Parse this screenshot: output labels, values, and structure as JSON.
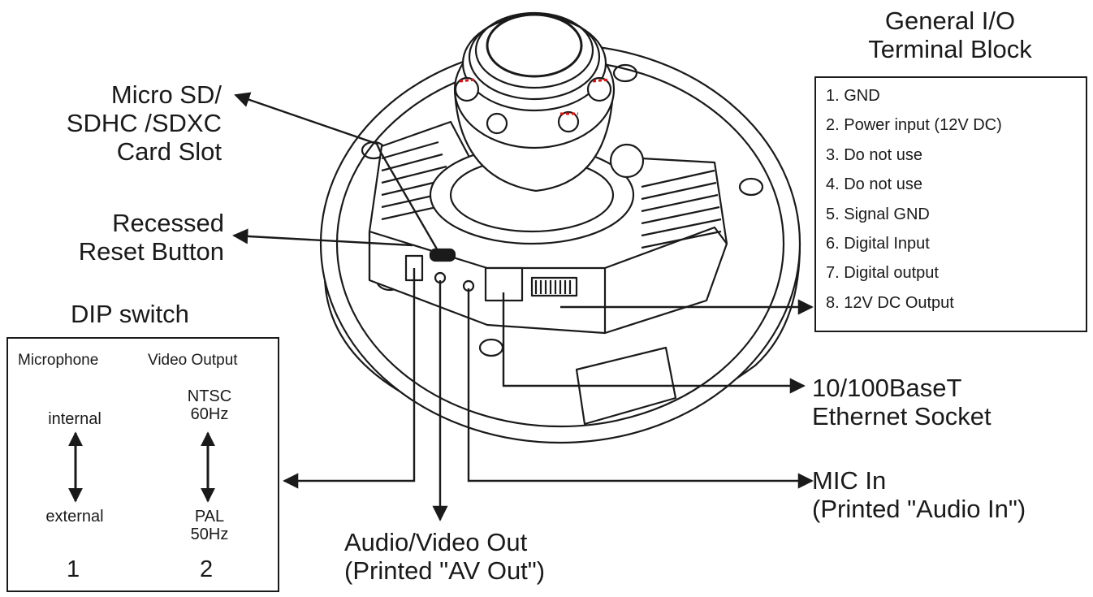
{
  "labels": {
    "sd_card": [
      "Micro SD/",
      "SDHC /SDXC",
      "Card Slot"
    ],
    "reset": [
      "Recessed",
      "Reset Button"
    ],
    "dip_title": "DIP switch",
    "io_title": [
      "General I/O",
      "Terminal Block"
    ],
    "ethernet": [
      "10/100BaseT",
      "Ethernet Socket"
    ],
    "mic_in": [
      "MIC In",
      "(Printed \"Audio In\")"
    ],
    "av_out": [
      "Audio/Video Out",
      "(Printed \"AV Out\")"
    ]
  },
  "io_terminal": [
    "1. GND",
    "2. Power input (12V DC)",
    "3. Do not use",
    "4. Do not use",
    "5. Signal GND",
    "6. Digital Input",
    "7. Digital output",
    "8. 12V DC Output"
  ],
  "dip_switch": {
    "col1_header": "Microphone",
    "col2_header": "Video Output",
    "col1_top": "internal",
    "col1_bottom": "external",
    "col2_top": [
      "NTSC",
      "60Hz"
    ],
    "col2_bottom": [
      "PAL",
      "50Hz"
    ],
    "col1_number": "1",
    "col2_number": "2"
  }
}
